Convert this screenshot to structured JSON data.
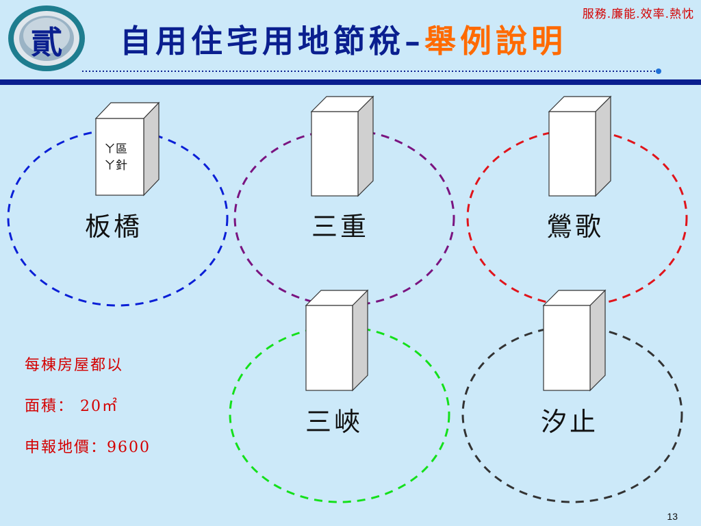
{
  "header": {
    "slogan": "服務.廉能.效率.熱忱",
    "badge_char": "貳",
    "title_main": "自用住宅用地節稅",
    "title_sep": "–",
    "title_sub": "舉例說明"
  },
  "regions": [
    {
      "name": "板橋",
      "circle_color": "#0a1fd6"
    },
    {
      "name": "三重",
      "circle_color": "#7a1480"
    },
    {
      "name": "鶯歌",
      "circle_color": "#e0141b"
    },
    {
      "name": "三峽",
      "circle_color": "#14e01b"
    },
    {
      "name": "汐止",
      "circle_color": "#333333"
    }
  ],
  "building_tag": {
    "line1": "ㄚ區",
    "line2": "ㄚ針"
  },
  "info": {
    "line1": "每棟房屋都以",
    "line2": "面積： 20㎡",
    "line3": "申報地價：9600"
  },
  "page_number": "13",
  "colors": {
    "background": "#cce9f9",
    "header_band": "#0a1f8f",
    "title_accent": "#ff6a00",
    "info_text": "#d40000"
  }
}
